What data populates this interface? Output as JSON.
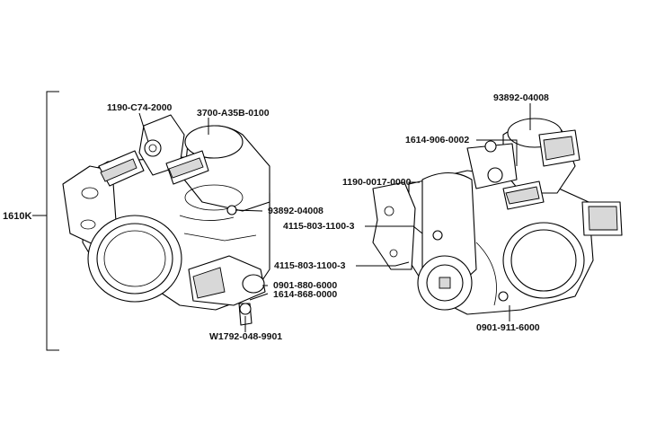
{
  "labels": {
    "assembly": "1610K",
    "left_sensor_connector": "1190-C74-2000",
    "left_motor": "3700-A35B-0100",
    "left_oring": "93892-04008",
    "left_screw_a": "0901-880-6000",
    "left_gasket": "1614-868-0000",
    "left_bolt": "W1792-048-9901",
    "right_oring": "93892-04008",
    "right_bracket_part": "1614-906-0002",
    "right_bracket": "1190-0017-0000",
    "right_bolt_upper": "4115-803-1100-3",
    "right_bolt_lower": "4115-803-1100-3",
    "right_screw": "0901-911-6000"
  }
}
